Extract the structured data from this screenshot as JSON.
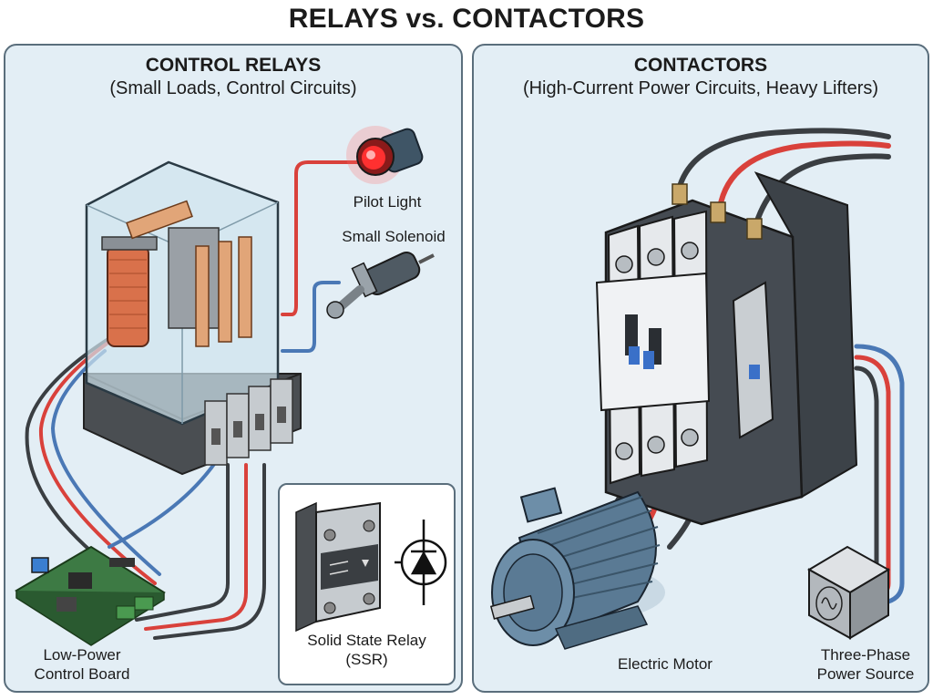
{
  "title": "RELAYS vs. CONTACTORS",
  "left_panel": {
    "heading": "CONTROL RELAYS",
    "subheading": "(Small Loads, Control Circuits)",
    "labels": {
      "pilot_light": "Pilot Light",
      "small_solenoid": "Small Solenoid",
      "ssr_line1": "Solid State Relay",
      "ssr_line2": "(SSR)",
      "board_line1": "Low-Power",
      "board_line2": "Control Board"
    }
  },
  "right_panel": {
    "heading": "CONTACTORS",
    "subheading": "(High-Current Power Circuits, Heavy Lifters)",
    "labels": {
      "motor": "Electric Motor",
      "source_line1": "Three-Phase",
      "source_line2": "Power Source"
    }
  },
  "colors": {
    "panel_bg": "#e3eef5",
    "panel_border": "#5a6e7c",
    "wire_red": "#d9413b",
    "wire_blue": "#4a78b5",
    "wire_black": "#3a3e42",
    "copper": "#d98a5c",
    "pilot_red": "#ff3030"
  }
}
